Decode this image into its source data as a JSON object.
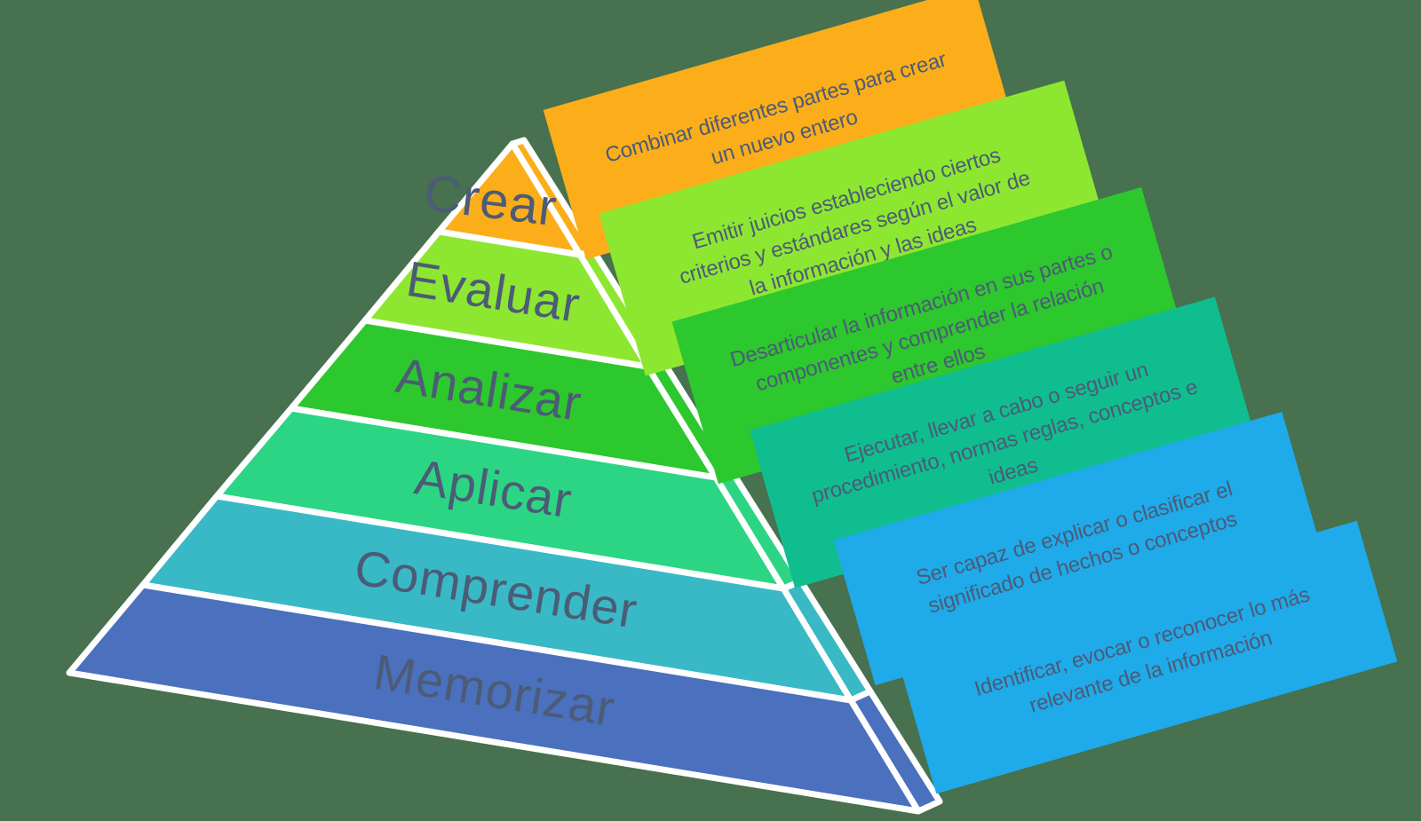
{
  "background_color": "#47714F",
  "text_color": "#4C5B76",
  "outline_color": "#FFFFFF",
  "pyramid": {
    "levels": [
      {
        "label": "Crear",
        "color": "#FBAE19"
      },
      {
        "label": "Evaluar",
        "color": "#8DE731"
      },
      {
        "label": "Analizar",
        "color": "#2DC72E"
      },
      {
        "label": "Aplicar",
        "color": "#2BD584"
      },
      {
        "label": "Comprender",
        "color": "#38B9C5"
      },
      {
        "label": "Memorizar",
        "color": "#4A70BE"
      }
    ]
  },
  "cards": [
    {
      "for_level": "Crear",
      "color": "#FBAE19",
      "text": "Combinar diferentes partes para crear\nun nuevo entero"
    },
    {
      "for_level": "Evaluar",
      "color": "#8DE731",
      "text": "Emitir juicios estableciendo ciertos\ncriterios y estándares según el valor de\nla información y las ideas"
    },
    {
      "for_level": "Analizar",
      "color": "#2DC72E",
      "text": "Desarticular la información en sus partes o\ncomponentes y comprender la relación\nentre ellos"
    },
    {
      "for_level": "Aplicar",
      "color": "#10BD8F",
      "text": "Ejecutar, llevar a cabo o seguir un\nprocedimiento, normas reglas, conceptos e\nideas"
    },
    {
      "for_level": "Comprender",
      "color": "#1FAAEA",
      "text": "Ser capaz de explicar o clasificar el\nsignificado de hechos o conceptos"
    },
    {
      "for_level": "Memorizar",
      "color": "#1FAAEA",
      "text": "Identificar, evocar o reconocer lo más\nrelevante de la información"
    }
  ]
}
